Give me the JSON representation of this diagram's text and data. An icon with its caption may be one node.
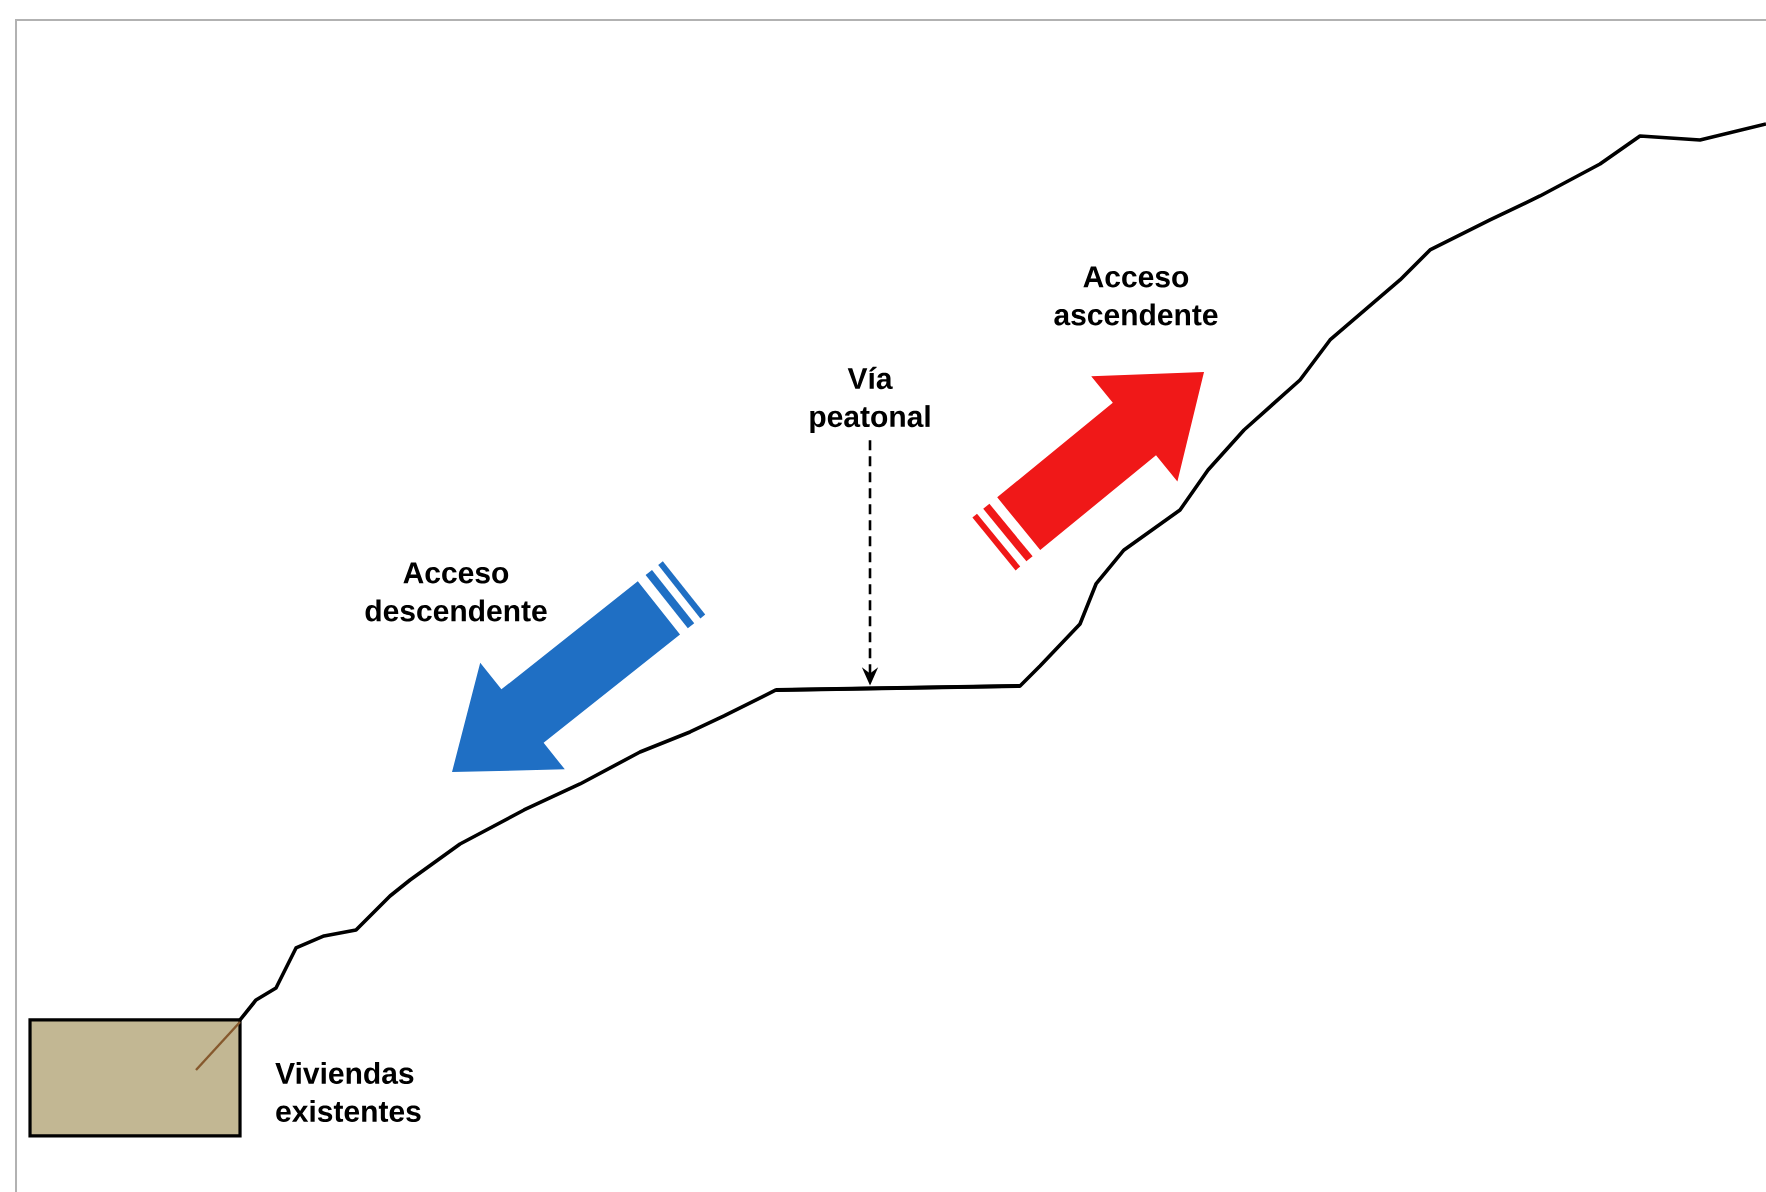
{
  "diagram": {
    "nodes": [
      {
        "text": [
          "Vía peatonal"
        ]
      },
      {
        "text": [],
        "shape": "box",
        "beside": [
          "Viviendas existentes"
        ]
      },
      {
        "text": [],
        "shape": "line"
      }
    ],
    "edges": [
      {
        "from": 0,
        "to": 2,
        "arrow": "to",
        "style": "dashed"
      }
    ],
    "labels": [
      "Acceso ascendente",
      "Acceso descendente"
    ]
  }
}
